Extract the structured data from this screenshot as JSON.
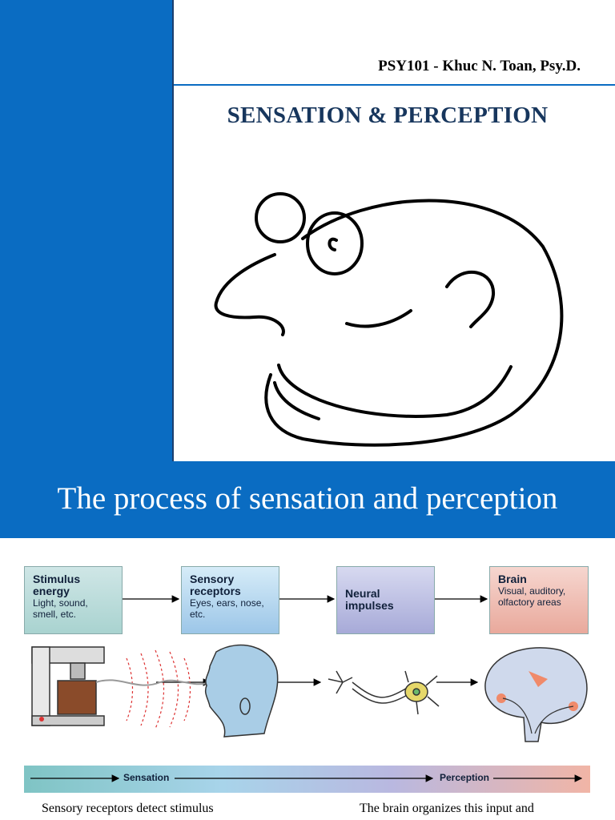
{
  "slide1": {
    "author": "PSY101 - Khuc N. Toan, Psy.D.",
    "title": "SENSATION & PERCEPTION",
    "colors": {
      "sidebar": "#0a6cc2",
      "title": "#17365d"
    }
  },
  "slide2": {
    "banner": "The process of sensation and perception",
    "boxes": [
      {
        "title": "Stimulus energy",
        "subtitle": "Light, sound, smell, etc."
      },
      {
        "title": "Sensory receptors",
        "subtitle": "Eyes, ears, nose, etc."
      },
      {
        "title": "Neural impulses",
        "subtitle": ""
      },
      {
        "title": "Brain",
        "subtitle": "Visual, auditory, olfactory areas"
      }
    ],
    "scale": {
      "sensation": "Sensation",
      "perception": "Perception"
    },
    "captions": {
      "left": "Sensory receptors detect stimulus",
      "right": "The brain organizes this input and"
    },
    "illustrations": [
      "coffee-maker-icon",
      "head-profile-icon",
      "neuron-icon",
      "brain-icon"
    ]
  }
}
